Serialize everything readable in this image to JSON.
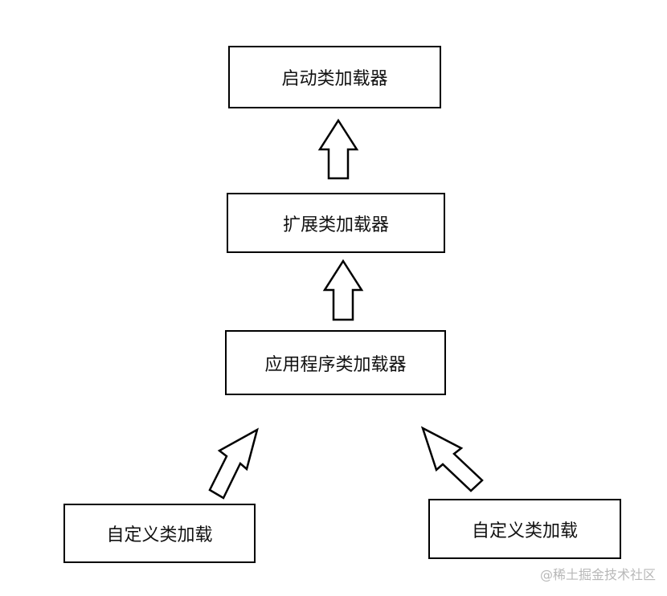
{
  "nodes": {
    "bootstrap": "启动类加载器",
    "extension": "扩展类加载器",
    "application": "应用程序类加载器",
    "custom_left": "自定义类加载",
    "custom_right": "自定义类加载"
  },
  "watermark": "@稀土掘金技术社区"
}
